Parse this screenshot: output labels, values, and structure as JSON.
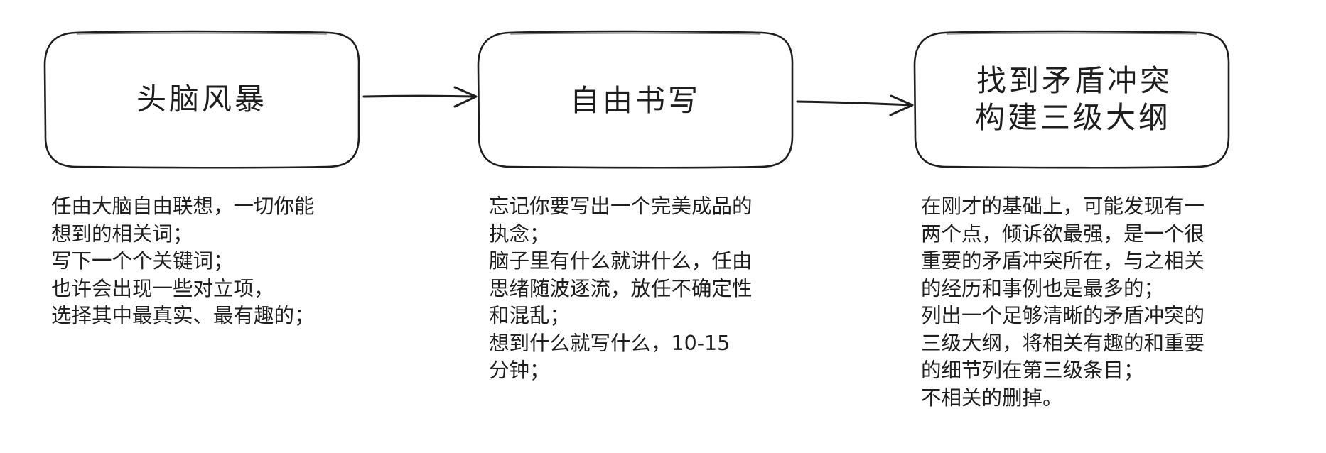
{
  "steps": [
    {
      "title_lines": [
        "头脑风暴"
      ],
      "description_lines": [
        "任由大脑自由联想，一切你能",
        "想到的相关词；",
        "写下一个个关键词；",
        "也许会出现一些对立项，",
        "选择其中最真实、最有趣的；"
      ]
    },
    {
      "title_lines": [
        "自由书写"
      ],
      "description_lines": [
        "忘记你要写出一个完美成品的",
        "执念；",
        "脑子里有什么就讲什么，任由",
        "思绪随波逐流，放任不确定性",
        "和混乱；",
        "想到什么就写什么，10-15",
        "分钟；"
      ]
    },
    {
      "title_lines": [
        "找到矛盾冲突",
        "构建三级大纲"
      ],
      "description_lines": [
        "在刚才的基础上，可能发现有一",
        "两个点，倾诉欲最强，是一个很",
        "重要的矛盾冲突所在，与之相关",
        "的经历和事例也是最多的；",
        "列出一个足够清晰的矛盾冲突的",
        "三级大纲，将相关有趣的和重要",
        "的细节列在第三级条目；",
        "不相关的删掉。"
      ]
    }
  ],
  "colors": {
    "stroke": "#1e1e1e",
    "background": "#ffffff",
    "text": "#1e1e1e"
  }
}
